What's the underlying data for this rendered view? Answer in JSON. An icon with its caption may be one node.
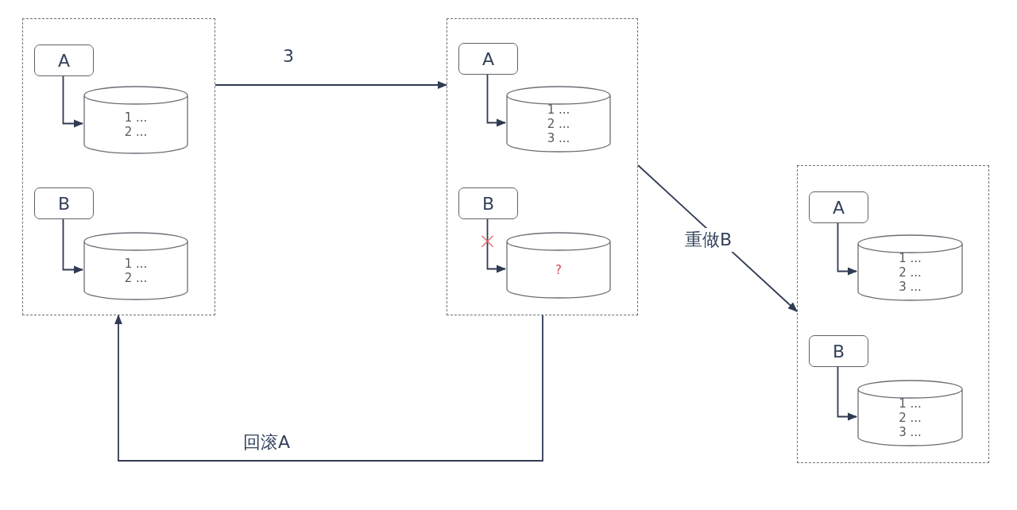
{
  "diagram": {
    "nodes": [
      {
        "text": [],
        "shape": "box"
      },
      {
        "text": [
          "A"
        ],
        "in": 0
      },
      {
        "text": [
          "1 ...",
          "2 ..."
        ],
        "in": 0
      },
      {
        "text": [
          "B"
        ],
        "in": 0
      },
      {
        "text": [
          "1 ...",
          "2 ..."
        ],
        "in": 0
      },
      {
        "text": [],
        "shape": "box"
      },
      {
        "text": [
          "A"
        ],
        "in": 5
      },
      {
        "text": [
          "1 ...",
          "2 ...",
          "3 ..."
        ],
        "in": 5
      },
      {
        "text": [
          "B"
        ],
        "in": 5
      },
      {
        "text": [
          "?"
        ],
        "in": 5
      },
      {
        "text": [],
        "shape": "box"
      },
      {
        "text": [
          "A"
        ],
        "in": 10
      },
      {
        "text": [
          "1 ...",
          "2 ...",
          "3 ..."
        ],
        "in": 10
      },
      {
        "text": [
          "B"
        ],
        "in": 10
      },
      {
        "text": [
          "1 ...",
          "2 ...",
          "3 ..."
        ],
        "in": 10
      }
    ],
    "edges": [
      {
        "from": 1,
        "to": 2,
        "arrow": "to"
      },
      {
        "from": 3,
        "to": 4,
        "arrow": "to"
      },
      {
        "from": 0,
        "to": 5,
        "arrow": "to",
        "label": "3"
      },
      {
        "from": 6,
        "to": 7,
        "arrow": "to"
      },
      {
        "from": 8,
        "to": 9,
        "arrow": "to"
      },
      {
        "from": 5,
        "to": 10,
        "arrow": "to",
        "label": "重做B"
      },
      {
        "from": 5,
        "to": 0,
        "arrow": "to",
        "label": "回滚A"
      },
      {
        "from": 11,
        "to": 12,
        "arrow": "to"
      },
      {
        "from": 13,
        "to": 14,
        "arrow": "to"
      }
    ]
  }
}
